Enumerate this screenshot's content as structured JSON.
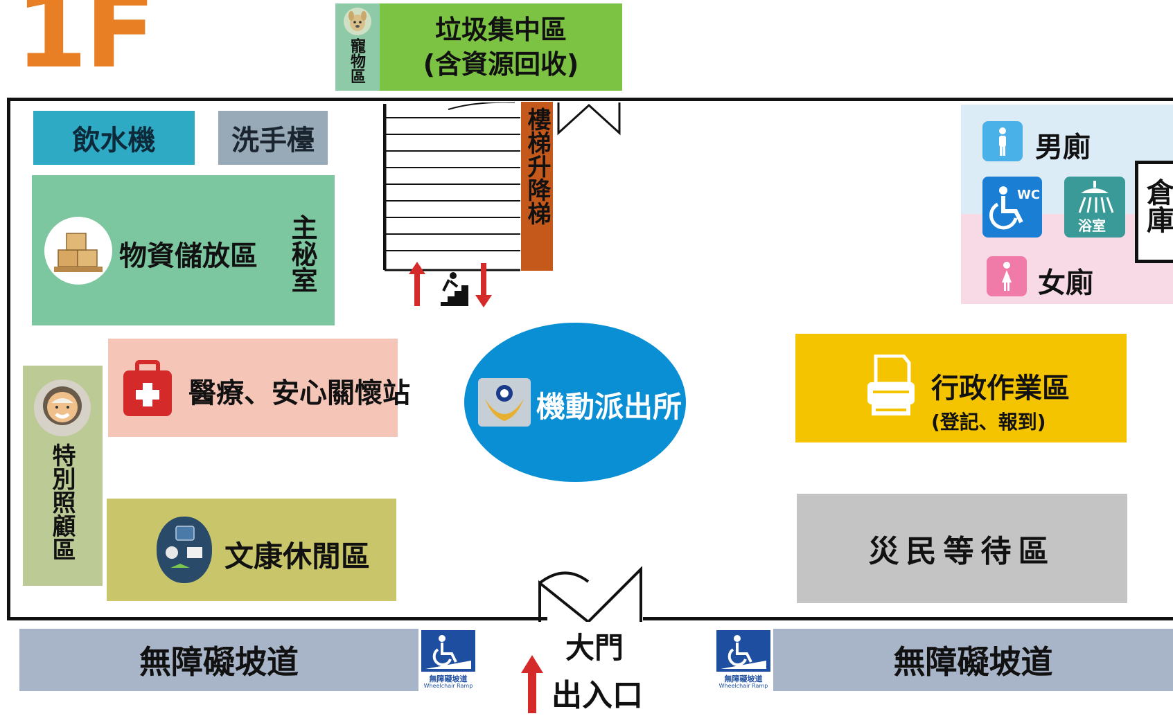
{
  "floor": "1F",
  "top": {
    "pet_room": "寵物區",
    "garbage_line1": "垃圾集中區",
    "garbage_line2": "(含資源回收)"
  },
  "left": {
    "water": "飲水機",
    "sink": "洗手檯",
    "supplies": "物資儲放區",
    "secretary": "主秘室",
    "medical": "醫療、安心關懷站",
    "special_care": "特別照顧區",
    "recreation": "文康休閒區"
  },
  "center": {
    "stair_elevator": "樓梯升降梯",
    "police": "機動派出所"
  },
  "right": {
    "men": "男廁",
    "women": "女廁",
    "wc": "WC",
    "bath": "浴室",
    "storage": "倉庫",
    "admin": "行政作業區",
    "admin_sub": "(登記、報到)",
    "waiting": "災民等待區"
  },
  "bottom": {
    "ramp_left": "無障礙坡道",
    "ramp_right": "無障礙坡道",
    "ramp_sign_cn": "無障礙坡道",
    "ramp_sign_en": "Wheelchair Ramp",
    "gate_line1": "大門",
    "gate_line2": "出入口"
  },
  "colors": {
    "floor_title": "#e87f25",
    "garbage": "#7cc243",
    "water": "#2eaac4",
    "sink": "#98a9b8",
    "supplies": "#7cc6a0",
    "medical": "#f5c6b8",
    "special": "#bccb96",
    "recreation": "#c9c56a",
    "stairs": "#c5581b",
    "police": "#0a8fd4",
    "admin": "#f5c400",
    "waiting": "#c4c4c4",
    "ramp": "#a8b4c8",
    "men": "#dcecf7",
    "women": "#f8d9e6"
  }
}
